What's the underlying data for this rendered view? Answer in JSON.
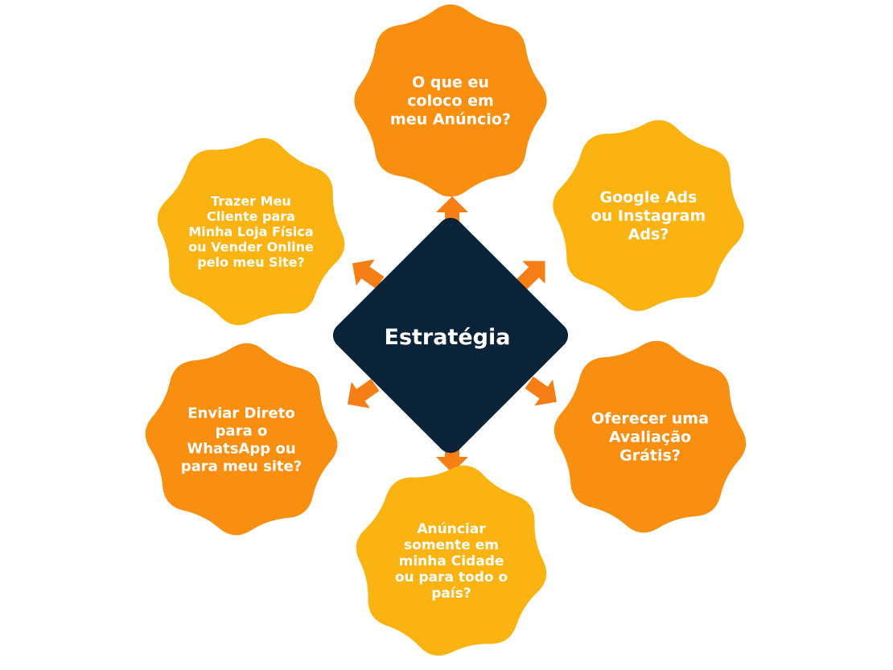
{
  "center": {
    "label": "Estratégia",
    "color": "#0b2338"
  },
  "nodes": [
    {
      "id": "anuncio",
      "lines": [
        "O que eu",
        "coloco em",
        "meu Anúncio?"
      ],
      "color": "#f98f10"
    },
    {
      "id": "ads",
      "lines": [
        "Google Ads",
        "ou Instagram",
        "Ads?"
      ],
      "color": "#fbb311"
    },
    {
      "id": "avaliacao",
      "lines": [
        "Oferecer uma",
        "Avaliação",
        "Grátis?"
      ],
      "color": "#f98f10"
    },
    {
      "id": "cidade",
      "lines": [
        "Anúnciar",
        "somente em",
        "minha Cidade",
        "ou para todo o",
        "país?"
      ],
      "color": "#fbb311"
    },
    {
      "id": "whatsapp",
      "lines": [
        "Enviar Direto",
        "para o",
        "WhatsApp ou",
        "para meu site?"
      ],
      "color": "#f98f10"
    },
    {
      "id": "loja",
      "lines": [
        "Trazer Meu",
        "Cliente para",
        "Minha Loja Física",
        "ou Vender Online",
        "pelo meu Site?"
      ],
      "color": "#fbb311"
    }
  ],
  "arrow_color": "#f57e15"
}
